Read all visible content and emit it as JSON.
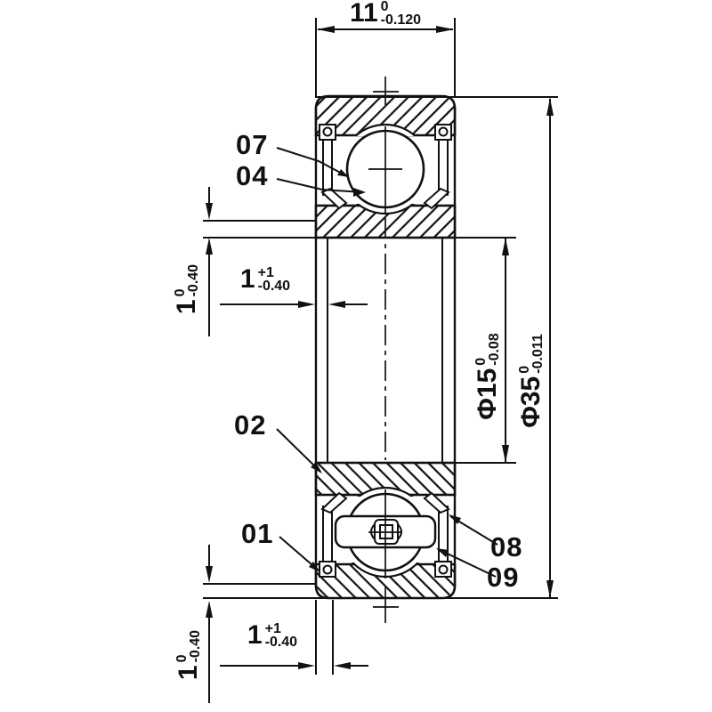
{
  "drawing": {
    "title": "ball-bearing-cross-section",
    "colors": {
      "line": "#111111",
      "background": "#ffffff"
    },
    "part_labels": {
      "outer_ring": "01",
      "inner_ring": "02",
      "ball": "04",
      "shield_upper": "07",
      "shield_lower": "08",
      "cage": "09"
    },
    "dimensions": {
      "width": {
        "main": "11",
        "upper": "0",
        "lower": "-0.120"
      },
      "outer_diameter": {
        "main": "Φ35",
        "upper": "0",
        "lower": "-0.011"
      },
      "bore_diameter": {
        "main": "Φ15",
        "upper": "0",
        "lower": "-0.08"
      },
      "recess_top": {
        "main": "1",
        "upper": "0",
        "lower": "-0.40"
      },
      "chamfer_top": {
        "main": "1",
        "upper": "+1",
        "lower": "-0.40"
      },
      "recess_bottom": {
        "main": "1",
        "upper": "0",
        "lower": "-0.40"
      },
      "chamfer_bottom": {
        "main": "1",
        "upper": "+1",
        "lower": "-0.40"
      }
    }
  }
}
